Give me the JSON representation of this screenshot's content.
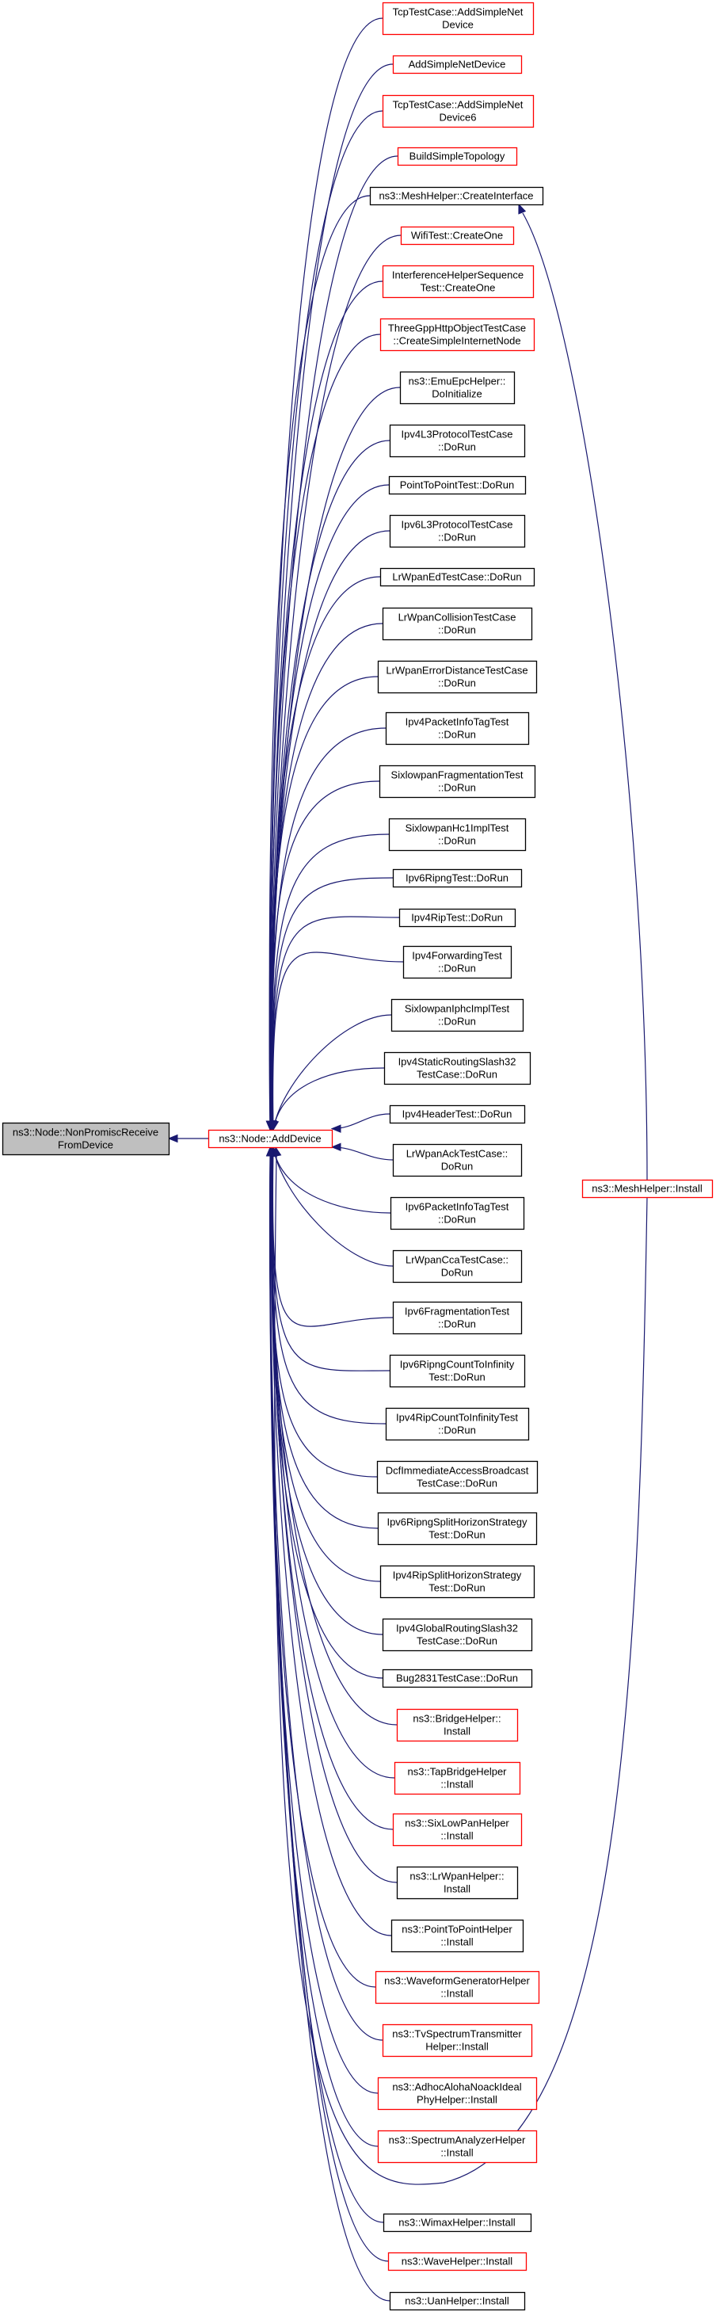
{
  "diagram": {
    "root": {
      "id": "root",
      "lines": [
        "ns3::Node::NonPromiscReceive",
        "FromDevice"
      ]
    },
    "center": {
      "id": "add_device",
      "lines": [
        "ns3::Node::AddDevice"
      ]
    },
    "mesh_install": {
      "id": "mesh_install",
      "lines": [
        "ns3::MeshHelper::Install"
      ]
    },
    "callers": [
      {
        "id": "c0",
        "lines": [
          "TcpTestCase::AddSimpleNet",
          "Device"
        ],
        "border": "red"
      },
      {
        "id": "c1",
        "lines": [
          "AddSimpleNetDevice"
        ],
        "border": "red"
      },
      {
        "id": "c2",
        "lines": [
          "TcpTestCase::AddSimpleNet",
          "Device6"
        ],
        "border": "red"
      },
      {
        "id": "c3",
        "lines": [
          "BuildSimpleTopology"
        ],
        "border": "red"
      },
      {
        "id": "c4",
        "lines": [
          "ns3::MeshHelper::CreateInterface"
        ],
        "border": "black"
      },
      {
        "id": "c5",
        "lines": [
          "WifiTest::CreateOne"
        ],
        "border": "red"
      },
      {
        "id": "c6",
        "lines": [
          "InterferenceHelperSequence",
          "Test::CreateOne"
        ],
        "border": "red"
      },
      {
        "id": "c7",
        "lines": [
          "ThreeGppHttpObjectTestCase",
          "::CreateSimpleInternetNode"
        ],
        "border": "red"
      },
      {
        "id": "c8",
        "lines": [
          "ns3::EmuEpcHelper::",
          "DoInitialize"
        ],
        "border": "black"
      },
      {
        "id": "c9",
        "lines": [
          "Ipv4L3ProtocolTestCase",
          "::DoRun"
        ],
        "border": "black"
      },
      {
        "id": "c10",
        "lines": [
          "PointToPointTest::DoRun"
        ],
        "border": "black"
      },
      {
        "id": "c11",
        "lines": [
          "Ipv6L3ProtocolTestCase",
          "::DoRun"
        ],
        "border": "black"
      },
      {
        "id": "c12",
        "lines": [
          "LrWpanEdTestCase::DoRun"
        ],
        "border": "black"
      },
      {
        "id": "c13",
        "lines": [
          "LrWpanCollisionTestCase",
          "::DoRun"
        ],
        "border": "black"
      },
      {
        "id": "c14",
        "lines": [
          "LrWpanErrorDistanceTestCase",
          "::DoRun"
        ],
        "border": "black"
      },
      {
        "id": "c15",
        "lines": [
          "Ipv4PacketInfoTagTest",
          "::DoRun"
        ],
        "border": "black"
      },
      {
        "id": "c16",
        "lines": [
          "SixlowpanFragmentationTest",
          "::DoRun"
        ],
        "border": "black"
      },
      {
        "id": "c17",
        "lines": [
          "SixlowpanHc1ImplTest",
          "::DoRun"
        ],
        "border": "black"
      },
      {
        "id": "c18",
        "lines": [
          "Ipv6RipngTest::DoRun"
        ],
        "border": "black"
      },
      {
        "id": "c19",
        "lines": [
          "Ipv4RipTest::DoRun"
        ],
        "border": "black"
      },
      {
        "id": "c20",
        "lines": [
          "Ipv4ForwardingTest",
          "::DoRun"
        ],
        "border": "black"
      },
      {
        "id": "c21",
        "lines": [
          "SixlowpanIphcImplTest",
          "::DoRun"
        ],
        "border": "black"
      },
      {
        "id": "c22",
        "lines": [
          "Ipv4StaticRoutingSlash32",
          "TestCase::DoRun"
        ],
        "border": "black"
      },
      {
        "id": "c23",
        "lines": [
          "Ipv4HeaderTest::DoRun"
        ],
        "border": "black"
      },
      {
        "id": "c24",
        "lines": [
          "LrWpanAckTestCase::",
          "DoRun"
        ],
        "border": "black"
      },
      {
        "id": "c25",
        "lines": [
          "Ipv6PacketInfoTagTest",
          "::DoRun"
        ],
        "border": "black"
      },
      {
        "id": "c26",
        "lines": [
          "LrWpanCcaTestCase::",
          "DoRun"
        ],
        "border": "black"
      },
      {
        "id": "c27",
        "lines": [
          "Ipv6FragmentationTest",
          "::DoRun"
        ],
        "border": "black"
      },
      {
        "id": "c28",
        "lines": [
          "Ipv6RipngCountToInfinity",
          "Test::DoRun"
        ],
        "border": "black"
      },
      {
        "id": "c29",
        "lines": [
          "Ipv4RipCountToInfinityTest",
          "::DoRun"
        ],
        "border": "black"
      },
      {
        "id": "c30",
        "lines": [
          "DcfImmediateAccessBroadcast",
          "TestCase::DoRun"
        ],
        "border": "black"
      },
      {
        "id": "c31",
        "lines": [
          "Ipv6RipngSplitHorizonStrategy",
          "Test::DoRun"
        ],
        "border": "black"
      },
      {
        "id": "c32",
        "lines": [
          "Ipv4RipSplitHorizonStrategy",
          "Test::DoRun"
        ],
        "border": "black"
      },
      {
        "id": "c33",
        "lines": [
          "Ipv4GlobalRoutingSlash32",
          "TestCase::DoRun"
        ],
        "border": "black"
      },
      {
        "id": "c34",
        "lines": [
          "Bug2831TestCase::DoRun"
        ],
        "border": "black"
      },
      {
        "id": "c35",
        "lines": [
          "ns3::BridgeHelper::",
          "Install"
        ],
        "border": "red"
      },
      {
        "id": "c36",
        "lines": [
          "ns3::TapBridgeHelper",
          "::Install"
        ],
        "border": "red"
      },
      {
        "id": "c37",
        "lines": [
          "ns3::SixLowPanHelper",
          "::Install"
        ],
        "border": "red"
      },
      {
        "id": "c38",
        "lines": [
          "ns3::LrWpanHelper::",
          "Install"
        ],
        "border": "black"
      },
      {
        "id": "c39",
        "lines": [
          "ns3::PointToPointHelper",
          "::Install"
        ],
        "border": "black"
      },
      {
        "id": "c40",
        "lines": [
          "ns3::WaveformGeneratorHelper",
          "::Install"
        ],
        "border": "red"
      },
      {
        "id": "c41",
        "lines": [
          "ns3::TvSpectrumTransmitter",
          "Helper::Install"
        ],
        "border": "red"
      },
      {
        "id": "c42",
        "lines": [
          "ns3::AdhocAlohaNoackIdeal",
          "PhyHelper::Install"
        ],
        "border": "red"
      },
      {
        "id": "c43",
        "lines": [
          "ns3::SpectrumAnalyzerHelper",
          "::Install"
        ],
        "border": "red"
      },
      {
        "id": "c44",
        "lines": [
          "ns3::WimaxHelper::Install"
        ],
        "border": "black"
      },
      {
        "id": "c45",
        "lines": [
          "ns3::WaveHelper::Install"
        ],
        "border": "red"
      },
      {
        "id": "c46",
        "lines": [
          "ns3::UanHelper::Install"
        ],
        "border": "black"
      }
    ]
  }
}
